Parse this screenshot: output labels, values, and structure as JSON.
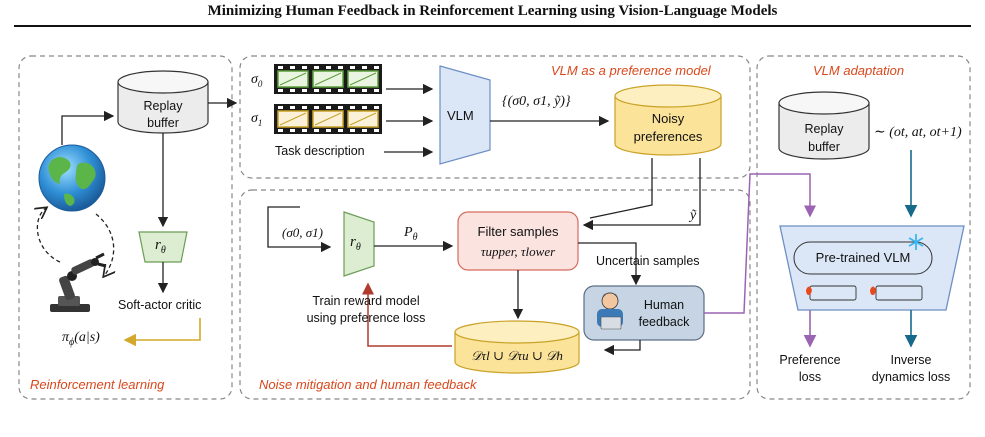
{
  "header": {
    "title": "Minimizing Human Feedback in Reinforcement Learning using Vision-Language Models"
  },
  "panels": {
    "rl": {
      "title": "Reinforcement learning"
    },
    "vlm_pref": {
      "title": "VLM as a preference model"
    },
    "noise": {
      "title": "Noise mitigation and human feedback"
    },
    "adapt": {
      "title": "VLM adaptation"
    }
  },
  "rl": {
    "replay_buffer": [
      "Replay",
      "buffer"
    ],
    "reward_model": "r",
    "reward_sub": "θ",
    "sac_label": "Soft-actor critic",
    "policy": "π",
    "policy_sub": "ϕ",
    "policy_arg": "(a|s)"
  },
  "vlm_pref": {
    "sigma0": "σ",
    "sigma0_sub": "0",
    "sigma1": "σ",
    "sigma1_sub": "1",
    "task_description": "Task description",
    "vlm_label": "VLM",
    "pairs_label": "{(σ0, σ1, ỹ)}",
    "noisy_prefs": [
      "Noisy",
      "preferences"
    ]
  },
  "noise": {
    "input_pair": "(σ0, σ1)",
    "reward_model": "r",
    "reward_sub": "θ",
    "p_theta": "P",
    "p_theta_sub": "θ",
    "filter_title": "Filter samples",
    "filter_tau": "τupper, τlower",
    "y_tilde": "ỹ",
    "uncertain": "Uncertain samples",
    "human_feedback": [
      "Human",
      "feedback"
    ],
    "train_label": [
      "Train reward model",
      "using preference loss"
    ],
    "datasets": "𝒟τl ∪ 𝒟τu ∪ 𝒟h"
  },
  "adapt": {
    "replay_buffer": [
      "Replay",
      "buffer"
    ],
    "transition": "∼ (ot, at, ot+1)",
    "pretrained": "Pre-trained VLM",
    "pref_loss": [
      "Preference",
      "loss"
    ],
    "inv_loss": [
      "Inverse",
      "dynamics loss"
    ]
  },
  "colors": {
    "orange": "#d9481c",
    "gold": "#d4a82a",
    "purple": "#9a64b3",
    "teal": "#17698c",
    "darkred": "#b03a2e",
    "gray": "#555555"
  }
}
